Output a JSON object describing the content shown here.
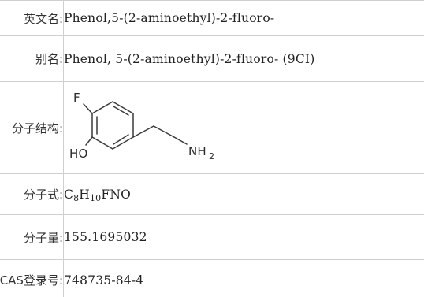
{
  "rows": {
    "english_name": {
      "label": "英文名:",
      "value": "Phenol,5-(2-aminoethyl)-2-fluoro-"
    },
    "alias": {
      "label": "别名:",
      "value": "Phenol, 5-(2-aminoethyl)-2-fluoro- (9CI)"
    },
    "structure": {
      "label": "分子结构:",
      "atoms": {
        "fluorine": "F",
        "hydroxyl": "HO",
        "amine": "NH",
        "amine_subscript": "2"
      }
    },
    "formula": {
      "label": "分子式:",
      "parts": [
        {
          "text": "C",
          "sub": "8"
        },
        {
          "text": "H",
          "sub": "10"
        },
        {
          "text": "FNO",
          "sub": ""
        }
      ]
    },
    "weight": {
      "label": "分子量:",
      "value": "155.1695032"
    },
    "cas": {
      "label": "CAS登录号:",
      "value": "748735-84-4"
    }
  }
}
